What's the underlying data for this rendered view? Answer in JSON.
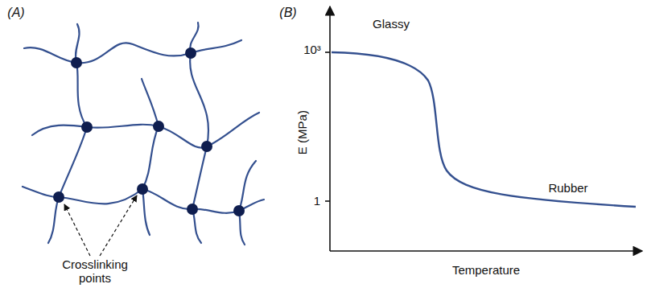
{
  "diagram": {
    "labels": [
      "(A)",
      "(B)",
      "Crosslinking points",
      "Glassy",
      "10³",
      "E (MPa)",
      "1",
      "Rubber",
      "Temperature"
    ]
  }
}
